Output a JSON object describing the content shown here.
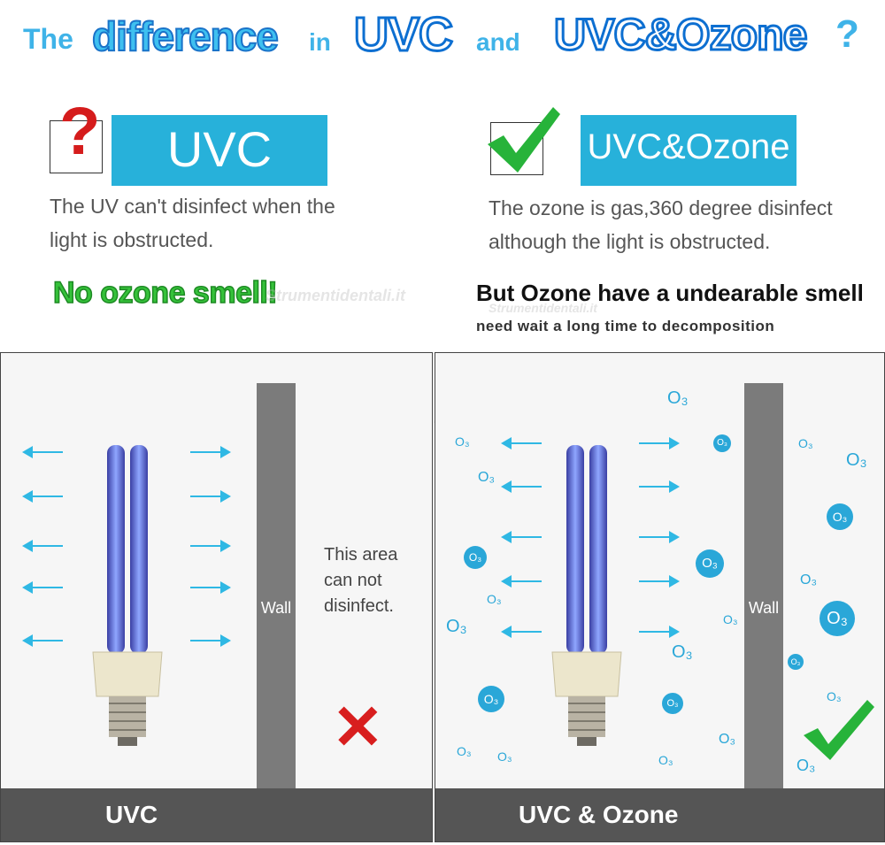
{
  "title": {
    "w1": "The",
    "w2": "difference",
    "w3": "in",
    "w4": "UVC",
    "w5": "and",
    "w6": "UVC&Ozone",
    "w7": "?"
  },
  "left": {
    "symbol": "?",
    "label": "UVC",
    "desc_line1": "The UV can't disinfect when the",
    "desc_line2": "light is obstructed.",
    "highlight": "No ozone smell!"
  },
  "right": {
    "symbol": "✔",
    "label": "UVC&Ozone",
    "desc_line1": "The ozone is gas,360 degree disinfect",
    "desc_line2": "although the light is obstructed.",
    "highlight": "But Ozone have a undearable smell",
    "note": "need wait a long time to decomposition"
  },
  "panel_left": {
    "wall": "Wall",
    "area_line1": "This area",
    "area_line2": "can not",
    "area_line3": "disinfect.",
    "result": "✕",
    "footer": "UVC"
  },
  "panel_right": {
    "wall": "Wall",
    "result": "✔",
    "footer": "UVC & Ozone",
    "o3": "O₃"
  },
  "watermark": "Strumentidentali.it",
  "colors": {
    "accent_blue": "#27b1da",
    "ozone_blue": "#2aa7d8",
    "green": "#35c23a",
    "red": "#d81e1e",
    "wall": "#7b7b7b",
    "footer": "#555555"
  }
}
